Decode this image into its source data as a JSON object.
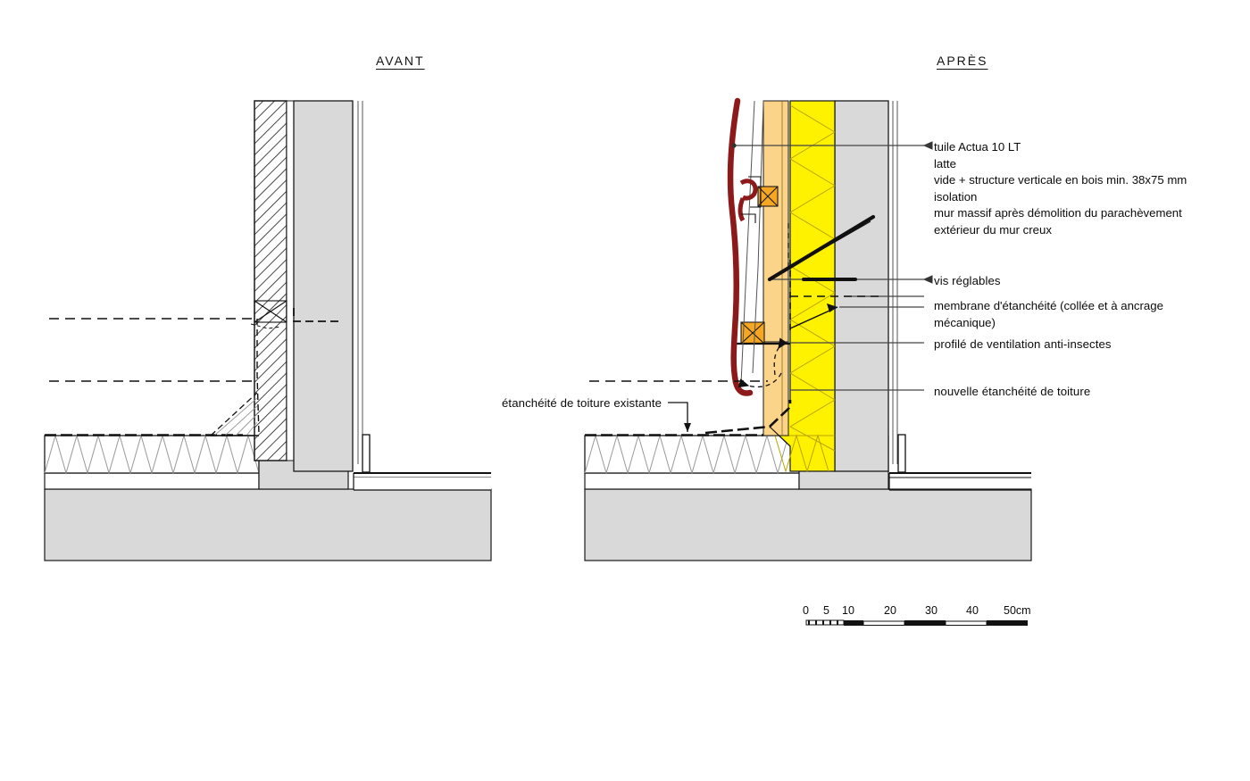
{
  "drawing": {
    "title_before": "AVANT",
    "title_after": "APRÈS"
  },
  "annotations": {
    "right_stack": [
      "tuile Actua 10 LT",
      "latte",
      "vide + structure verticale en bois min. 38x75 mm",
      "isolation",
      "mur massif après démolition du parachèvement",
      "extérieur du mur creux"
    ],
    "screws": "vis réglables",
    "membrane_line1": "membrane d'étanchéité (collée et à ancrage",
    "membrane_line2": "mécanique)",
    "vent_profile": "profilé de ventilation anti-insectes",
    "new_roof": "nouvelle étanchéité de toiture",
    "existing_roof": "étanchéité de toiture existante"
  },
  "scale_bar": {
    "labels": [
      "0",
      "5",
      "10",
      "20",
      "30",
      "40",
      "50cm"
    ],
    "unit": "cm"
  },
  "colors": {
    "insulation": "#FFF200",
    "batten": "#FBD48A",
    "batten_block": "#F5A623",
    "masonry": "#D9D9D9",
    "tile": "#8C1A1A",
    "line": "#1a1a1a",
    "hatch": "#B8A400"
  }
}
